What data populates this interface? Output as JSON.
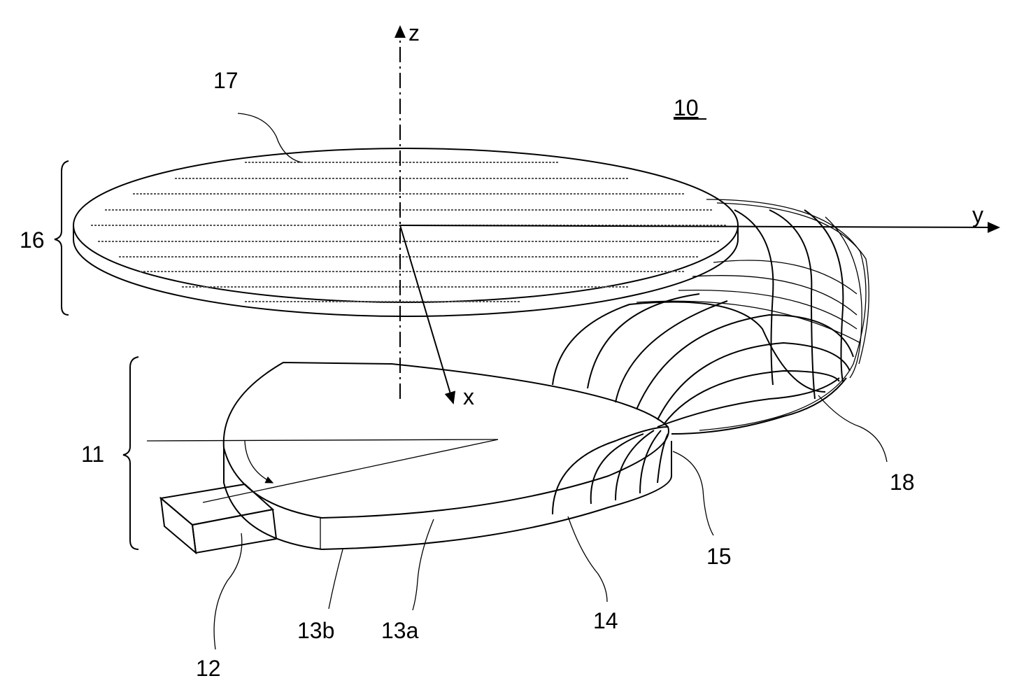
{
  "figure": {
    "reference_number": "10",
    "labels": {
      "z_axis": "z",
      "y_axis": "y",
      "x_axis": "x",
      "upper_disk": "16",
      "upper_surface": "17",
      "lower_disk": "11",
      "connector": "12",
      "edge_b": "13b",
      "edge_a": "13a",
      "curved_lines": "14",
      "junction": "15",
      "wrapped_band": "18"
    }
  }
}
